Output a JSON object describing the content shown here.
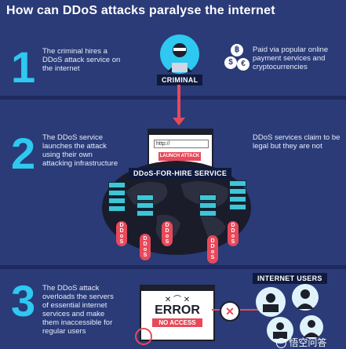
{
  "title": "How can DDoS attacks paralyse the internet",
  "steps": [
    {
      "number": "1",
      "text_left": "The criminal hires a DDoS attack service on the internet",
      "text_right": "Paid via popular online payment services and cryptocurrencies"
    },
    {
      "number": "2",
      "text_left": "The DDoS service launches the attack using their own attacking infrastructure",
      "text_right": "DDoS services claim to be legal but they are not"
    },
    {
      "number": "3",
      "text_left": "The DDoS attack overloads the servers of essential internet services and make them inaccessible for regular users"
    }
  ],
  "labels": {
    "criminal": "CRIMINAL",
    "browser_url": "http://",
    "launch_attack": "LAUNCH ATTACK",
    "ddos_service": "DDoS-FOR-HIRE SERVICE",
    "internet_users": "INTERNET USERS",
    "error": "ERROR",
    "no_access": "NO ACCESS",
    "bomb": "DDoS",
    "watermark": "悟空问答"
  },
  "colors": {
    "background": "#2a3b78",
    "accent": "#2ec8f0",
    "alert": "#e8495a"
  }
}
